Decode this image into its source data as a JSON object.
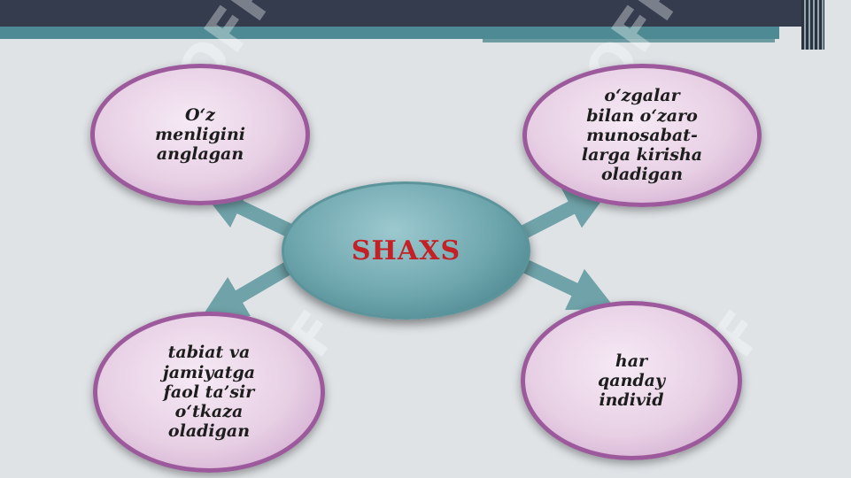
{
  "center": {
    "label": "SHAXS"
  },
  "bubbles": {
    "top_left": "O‘z\nmenligini\nanglagan",
    "top_right": "o‘zgalar\nbilan o‘zaro\nmunosabat-\nlarga kirisha\noladigan",
    "bottom_left": "tabiat va\njamiyatga\nfaol ta’sir\no‘tkaza\noladigan",
    "bottom_right": "har\nqanday\nindivid"
  },
  "watermark": "SOFF",
  "colors": {
    "center_text": "#c42126",
    "bubble_border": "#9c5a9c",
    "center_fill": "#6da5ad",
    "arrow": "#6fa3a9"
  }
}
